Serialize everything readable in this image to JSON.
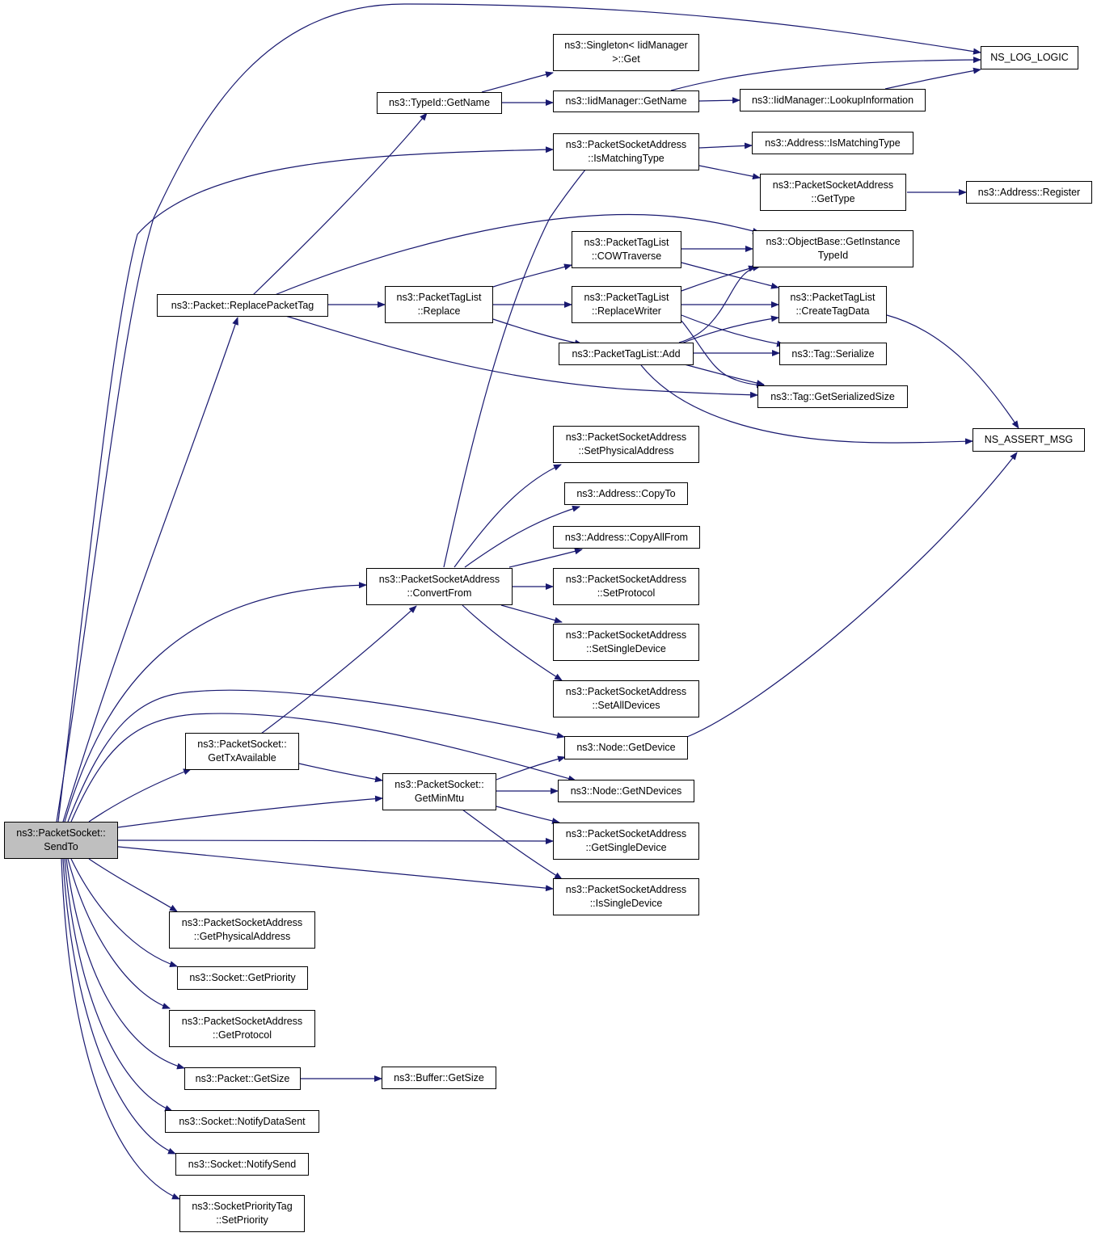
{
  "colors": {
    "edge": "#191970",
    "node_border": "#000000",
    "root_fill": "#bfbfbf",
    "node_fill": "#ffffff"
  },
  "nodes": {
    "sendto": {
      "line1": "ns3::PacketSocket::",
      "line2": "SendTo"
    },
    "ns_log_logic": {
      "line1": "NS_LOG_LOGIC"
    },
    "singleton_get": {
      "line1": "ns3::Singleton< IidManager",
      "line2": ">::Get"
    },
    "typeid_getname": {
      "line1": "ns3::TypeId::GetName"
    },
    "iidmanager_getname": {
      "line1": "ns3::IidManager::GetName"
    },
    "iidmanager_lookup": {
      "line1": "ns3::IidManager::LookupInformation"
    },
    "psa_ismatchingtype": {
      "line1": "ns3::PacketSocketAddress",
      "line2": "::IsMatchingType"
    },
    "address_ismatchingtype": {
      "line1": "ns3::Address::IsMatchingType"
    },
    "psa_gettype": {
      "line1": "ns3::PacketSocketAddress",
      "line2": "::GetType"
    },
    "address_register": {
      "line1": "ns3::Address::Register"
    },
    "ptl_cowtraverse": {
      "line1": "ns3::PacketTagList",
      "line2": "::COWTraverse"
    },
    "objectbase_getinstancetypeid": {
      "line1": "ns3::ObjectBase::GetInstance",
      "line2": "TypeId"
    },
    "packet_replacepackettag": {
      "line1": "ns3::Packet::ReplacePacketTag"
    },
    "ptl_replace": {
      "line1": "ns3::PacketTagList",
      "line2": "::Replace"
    },
    "ptl_replacewriter": {
      "line1": "ns3::PacketTagList",
      "line2": "::ReplaceWriter"
    },
    "ptl_createtagdata": {
      "line1": "ns3::PacketTagList",
      "line2": "::CreateTagData"
    },
    "ptl_add": {
      "line1": "ns3::PacketTagList::Add"
    },
    "tag_serialize": {
      "line1": "ns3::Tag::Serialize"
    },
    "tag_getserializedsize": {
      "line1": "ns3::Tag::GetSerializedSize"
    },
    "ns_assert_msg": {
      "line1": "NS_ASSERT_MSG"
    },
    "psa_setphysicaladdress": {
      "line1": "ns3::PacketSocketAddress",
      "line2": "::SetPhysicalAddress"
    },
    "address_copyto": {
      "line1": "ns3::Address::CopyTo"
    },
    "address_copyallfrom": {
      "line1": "ns3::Address::CopyAllFrom"
    },
    "psa_convertfrom": {
      "line1": "ns3::PacketSocketAddress",
      "line2": "::ConvertFrom"
    },
    "psa_setprotocol": {
      "line1": "ns3::PacketSocketAddress",
      "line2": "::SetProtocol"
    },
    "psa_setsingledevice": {
      "line1": "ns3::PacketSocketAddress",
      "line2": "::SetSingleDevice"
    },
    "psa_setalldevices": {
      "line1": "ns3::PacketSocketAddress",
      "line2": "::SetAllDevices"
    },
    "node_getdevice": {
      "line1": "ns3::Node::GetDevice"
    },
    "ps_gettxavailable": {
      "line1": "ns3::PacketSocket::",
      "line2": "GetTxAvailable"
    },
    "ps_getminmtu": {
      "line1": "ns3::PacketSocket::",
      "line2": "GetMinMtu"
    },
    "node_getndevices": {
      "line1": "ns3::Node::GetNDevices"
    },
    "psa_getsingledevice": {
      "line1": "ns3::PacketSocketAddress",
      "line2": "::GetSingleDevice"
    },
    "psa_issingledevice": {
      "line1": "ns3::PacketSocketAddress",
      "line2": "::IsSingleDevice"
    },
    "psa_getphysicaladdress": {
      "line1": "ns3::PacketSocketAddress",
      "line2": "::GetPhysicalAddress"
    },
    "socket_getpriority": {
      "line1": "ns3::Socket::GetPriority"
    },
    "psa_getprotocol": {
      "line1": "ns3::PacketSocketAddress",
      "line2": "::GetProtocol"
    },
    "packet_getsize": {
      "line1": "ns3::Packet::GetSize"
    },
    "buffer_getsize": {
      "line1": "ns3::Buffer::GetSize"
    },
    "socket_notifydatasent": {
      "line1": "ns3::Socket::NotifyDataSent"
    },
    "socket_notifysend": {
      "line1": "ns3::Socket::NotifySend"
    },
    "socketprioritytag_setpriority": {
      "line1": "ns3::SocketPriorityTag",
      "line2": "::SetPriority"
    }
  }
}
